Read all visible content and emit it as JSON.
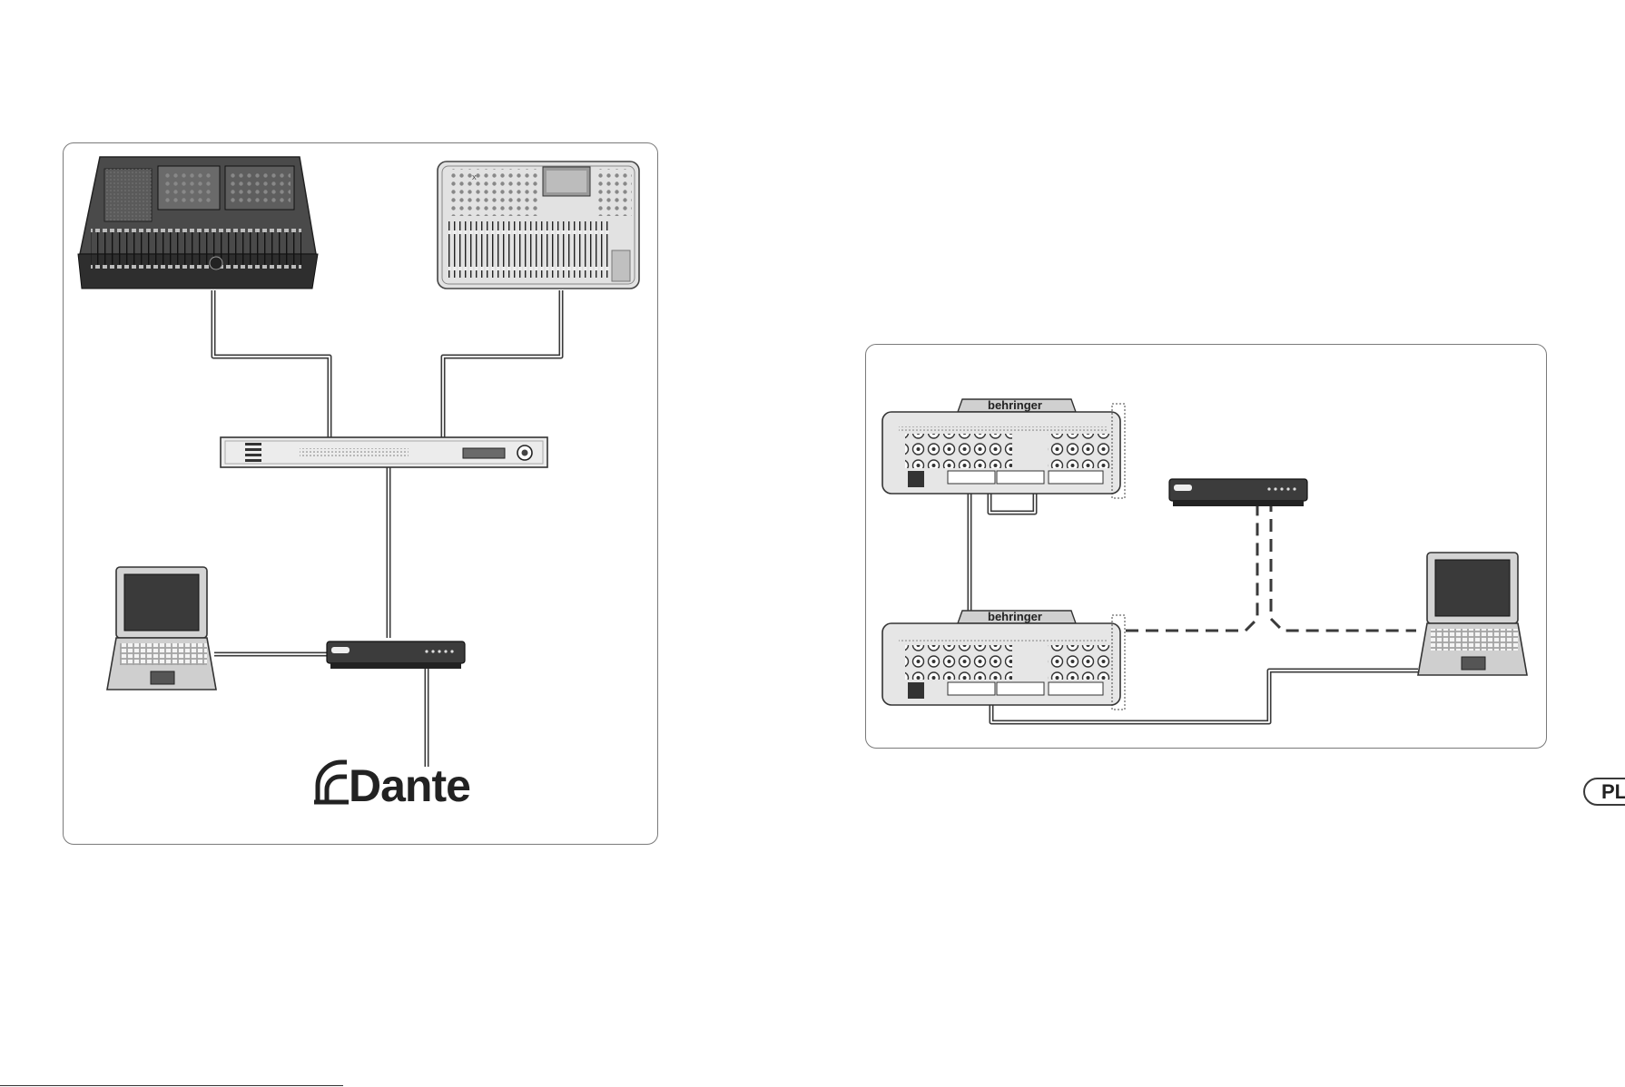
{
  "page": {
    "language_badge": "PL"
  },
  "left_diagram": {
    "dante_logo_text": "Dante",
    "devices": [
      "midas-console",
      "x32-console",
      "dante-card-rack-unit",
      "laptop",
      "network-switch",
      "dante-logo"
    ]
  },
  "right_diagram": {
    "brand_label_top": "behringer",
    "brand_label_bottom": "behringer",
    "devices": [
      "stage-box-top",
      "network-switch",
      "laptop",
      "stage-box-bottom"
    ]
  },
  "colors": {
    "line": "#3a3a3a",
    "device_dark": "#3c3c3c",
    "device_light": "#d8d8d8",
    "frame": "#7a7a7a"
  }
}
